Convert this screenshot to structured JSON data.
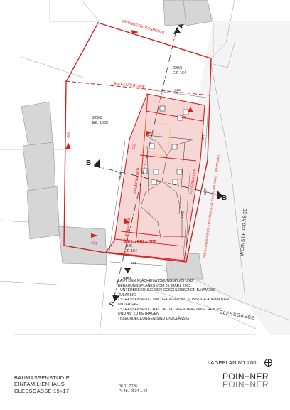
{
  "labels": {
    "grundstuecksgrenze": "GRUNDSTÜCKSGRENZE",
    "baufluchtlinie": "BAUFLUCHTLINIE",
    "parcel_1_id": "229/5",
    "parcel_1_ez": "EZ: 164",
    "parcel_2_id": "229/1",
    "parcel_2_ez": "EZ: 1683",
    "parcel_3_id": "246",
    "parcel_3_ez": "EZ: 164",
    "zoning": "Gb-Lg BB1 + BB2",
    "section_a": "A",
    "section_b": "B",
    "gg": "GG",
    "feuermauer": "FEUERMAUER",
    "street_1": "WEINSTEIGGASSE",
    "street_2": "CLESSGASSE",
    "dim_608": "608",
    "dim_567": "567",
    "dim_2328": "2328",
    "dim_1580": "1580",
    "dim_2247": "2247",
    "dim_661": "661",
    "benchmark": "GN77",
    "note_red": "BEBAUUNGSGRENZE F. BAUTEILE FÜR ERKER, BALKONE ... (ENTWURF)"
  },
  "notes": [
    "LAUT DEM FLÄCHENWIDMUNGSPLAN UND",
    "BEBAUUNGSPLANES VOM 26. MÄRZ 2003:",
    "- UNTERBRECHUNG DER GESCHLOSSENEN BAUWEISE",
    "ZULÄSSIG",
    "- STRASSENSEITIG SIND GAUPEN UND SONSTIGE AUFBAUTEN",
    "UNTERSAGT",
    "- STRASSENSEITIG HAT DIE DACHNEIGUNG ZWISCHEN 30°",
    "UND 45° ZU BETRAGEN",
    "- BLECHDECKUNGEN SIND UNZULÄSSIG"
  ],
  "scale": "LAGEPLAN M1:200",
  "title": {
    "line1": "BAUMASSENSTUDIE",
    "line2": "EINFAMILIENHAUS",
    "line3": "CLESSGASSE 15+17"
  },
  "meta": {
    "date": "08.01.2026",
    "plan_number": "Pl. Nr.: 2524-1.04"
  },
  "logo": {
    "line1": "POIN+NER",
    "line2": "POIN+NER"
  },
  "colors": {
    "red": "#d42020",
    "pink_fill": "#f7d6d6",
    "grey_building": "#d6d6d6",
    "street_fill": "#f2f2f2"
  }
}
